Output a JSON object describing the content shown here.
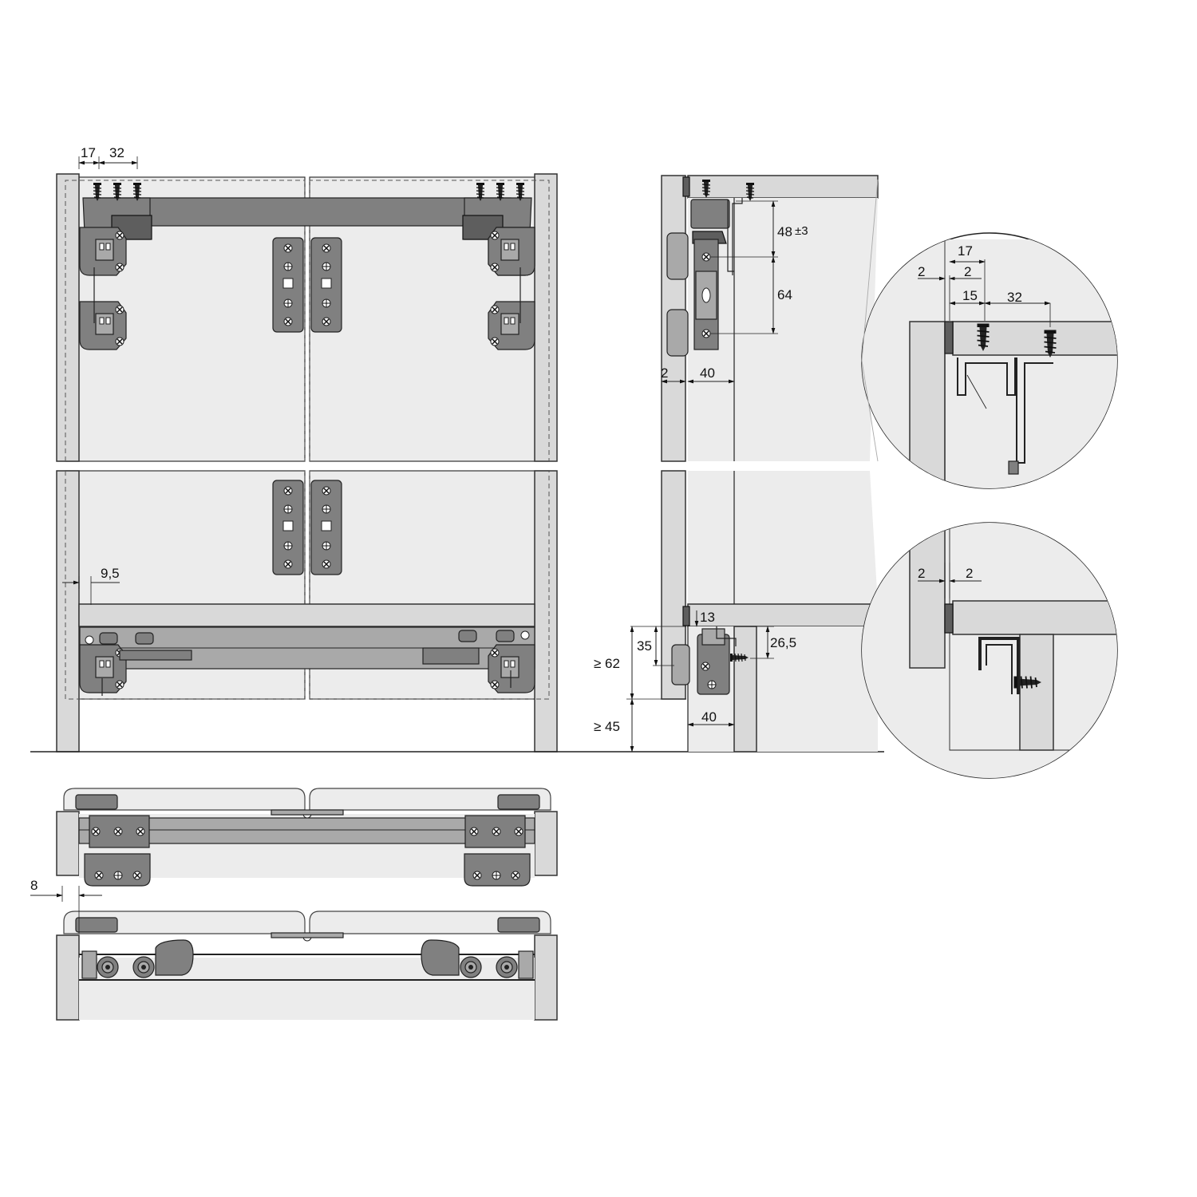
{
  "dimensions": {
    "front_top_left": "17",
    "front_top_screw_spacing": "32",
    "front_bottom_offset": "9,5",
    "side_top_height": "48",
    "side_top_tolerance": "±3",
    "side_hole_spacing": "64",
    "side_gap": "2",
    "side_depth": "40",
    "side_bottom_13": "13",
    "side_bottom_35": "35",
    "side_bottom_265": "26,5",
    "side_min_62": "≥ 62",
    "side_min_45": "≥ 45",
    "side_bottom_depth": "40",
    "detail_top_17": "17",
    "detail_top_2a": "2",
    "detail_top_2b": "2",
    "detail_top_15": "15",
    "detail_top_32": "32",
    "detail_bottom_2a": "2",
    "detail_bottom_2b": "2",
    "plan_offset": "8"
  }
}
